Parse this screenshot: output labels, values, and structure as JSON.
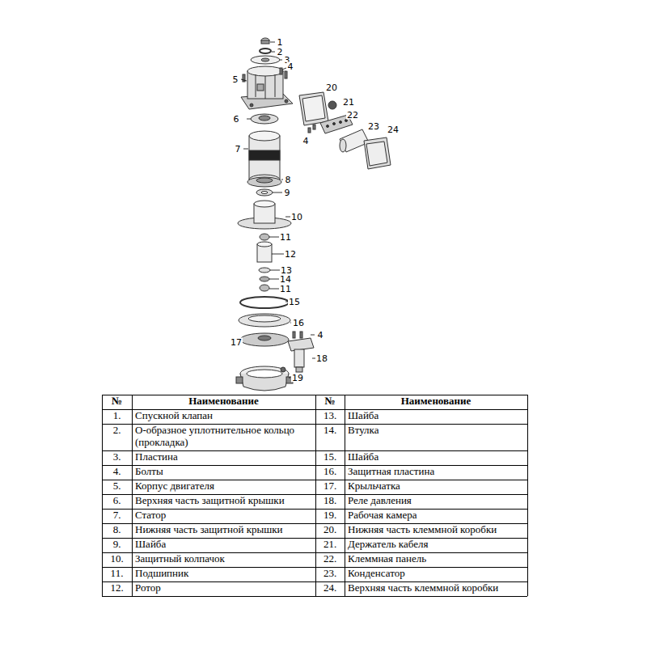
{
  "diagram": {
    "labels": [
      "1",
      "2",
      "3",
      "4",
      "5",
      "20",
      "21",
      "22",
      "4",
      "23",
      "24",
      "6",
      "7",
      "8",
      "9",
      "10",
      "11",
      "12",
      "13",
      "14",
      "11",
      "15",
      "16",
      "17",
      "4",
      "18",
      "19",
      "№",
      "Наименование",
      "№",
      "Наименование",
      "1.",
      "Спускной клапан",
      "13.",
      "Шайба",
      "2.",
      "О-образное уплотнительное кольцо (прокладка)",
      "14.",
      "Втулка",
      "3.",
      "Пластина",
      "15.",
      "Шайба",
      "4.",
      "Болты",
      "16.",
      "Защитная пластина",
      "5.",
      "Корпус двигателя",
      "17.",
      "Крыльчатка",
      "6.",
      "Верхняя часть защитной крышки",
      "18.",
      "Реле давления",
      "7.",
      "Статор",
      "19.",
      "Рабочая камера",
      "8.",
      "Нижняя часть защитной крышки",
      "20.",
      "Нижняя часть клеммной коробки",
      "9.",
      "Шайба",
      "21.",
      "Держатель кабеля",
      "10.",
      "Защитный колпачок",
      "22.",
      "Клеммная панель",
      "11.",
      "Подшипник",
      "23.",
      "Конденсатор",
      "12.",
      "Ротор",
      "24.",
      "Верхняя часть клеммной коробки"
    ]
  }
}
